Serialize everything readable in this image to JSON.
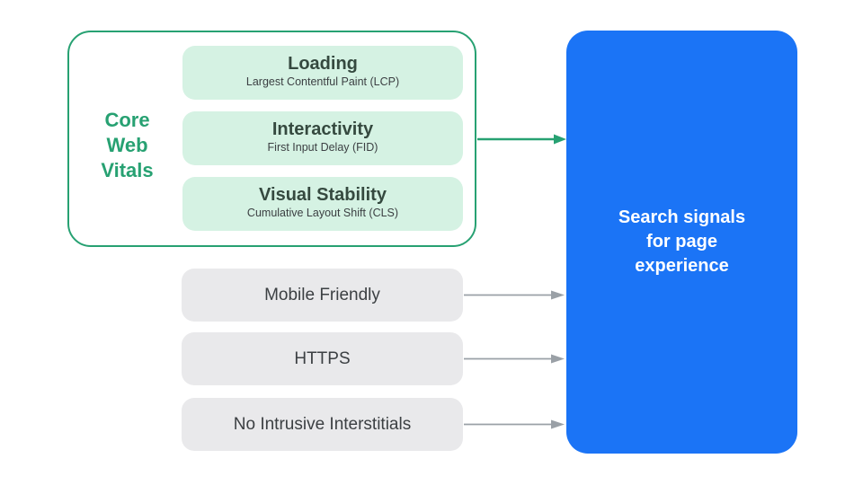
{
  "colors": {
    "green": "#27A172",
    "green_light": "#D5F2E3",
    "blue": "#1B74F6",
    "gray_light": "#E9E9EB",
    "gray_arrow": "#9AA0A6",
    "text_dark": "#3C4043",
    "white": "#FFFFFF"
  },
  "core_web_vitals": {
    "label": "Core\nWeb\nVitals",
    "items": [
      {
        "title": "Loading",
        "subtitle": "Largest Contentful Paint (LCP)"
      },
      {
        "title": "Interactivity",
        "subtitle": "First Input Delay (FID)"
      },
      {
        "title": "Visual Stability",
        "subtitle": "Cumulative Layout Shift (CLS)"
      }
    ]
  },
  "other_signals": [
    {
      "label": "Mobile Friendly"
    },
    {
      "label": "HTTPS"
    },
    {
      "label": "No Intrusive Interstitials"
    }
  ],
  "result": {
    "title": "Search signals\nfor page\nexperience"
  }
}
